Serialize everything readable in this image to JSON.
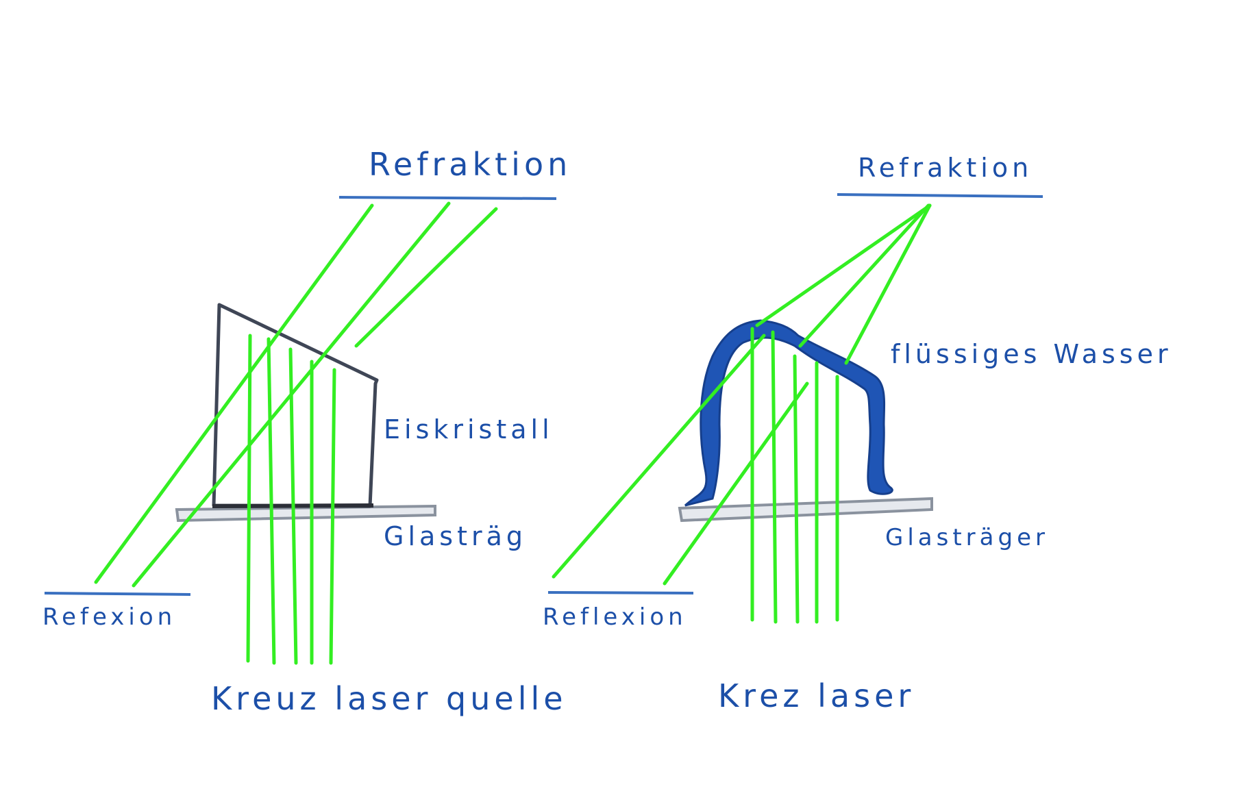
{
  "colors": {
    "beam": "#33ee22",
    "label": "#1c4fa8",
    "underline": "#3a70c0",
    "crystal_outline": "#3f4656",
    "water": "#1f55b5",
    "glass_slide": "#8a929e"
  },
  "left_panel": {
    "top_label": "Refraktion",
    "crystal_label": "Eiskristall",
    "slide_label": "Glasträg",
    "bottom_left_label": "Refexion",
    "source_label": "Kreuz laser quelle"
  },
  "right_panel": {
    "top_label": "Refraktion",
    "water_label": "flüssiges Wasser",
    "slide_label": "Glasträger",
    "bottom_left_label": "Reflexion",
    "source_label": "Krez laser"
  }
}
